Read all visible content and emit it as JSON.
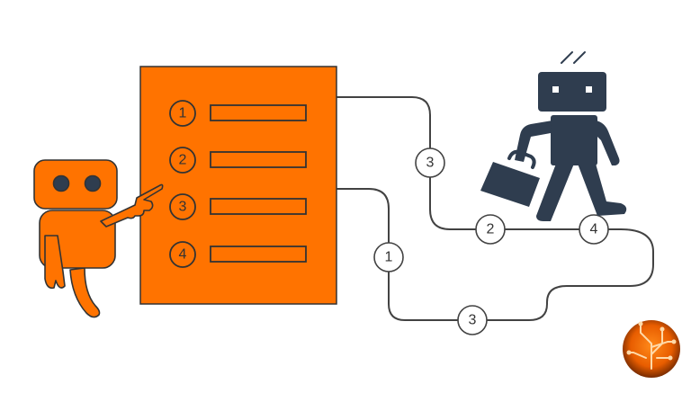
{
  "checklist": {
    "items": [
      {
        "number": "1"
      },
      {
        "number": "2"
      },
      {
        "number": "3"
      },
      {
        "number": "4"
      }
    ]
  },
  "paths": {
    "upper_markers": [
      "3",
      "2",
      "4"
    ],
    "lower_markers": [
      "1",
      "3"
    ]
  },
  "colors": {
    "orange": "#ff7300",
    "navy": "#2f3d4f",
    "outline": "#333333",
    "path_line": "#424242"
  },
  "icons": {
    "pointing_robot": "robot-pointing-icon",
    "walking_robot": "robot-walking-briefcase-icon",
    "briefcase": "briefcase-icon",
    "logo": "circuit-tree-logo"
  }
}
